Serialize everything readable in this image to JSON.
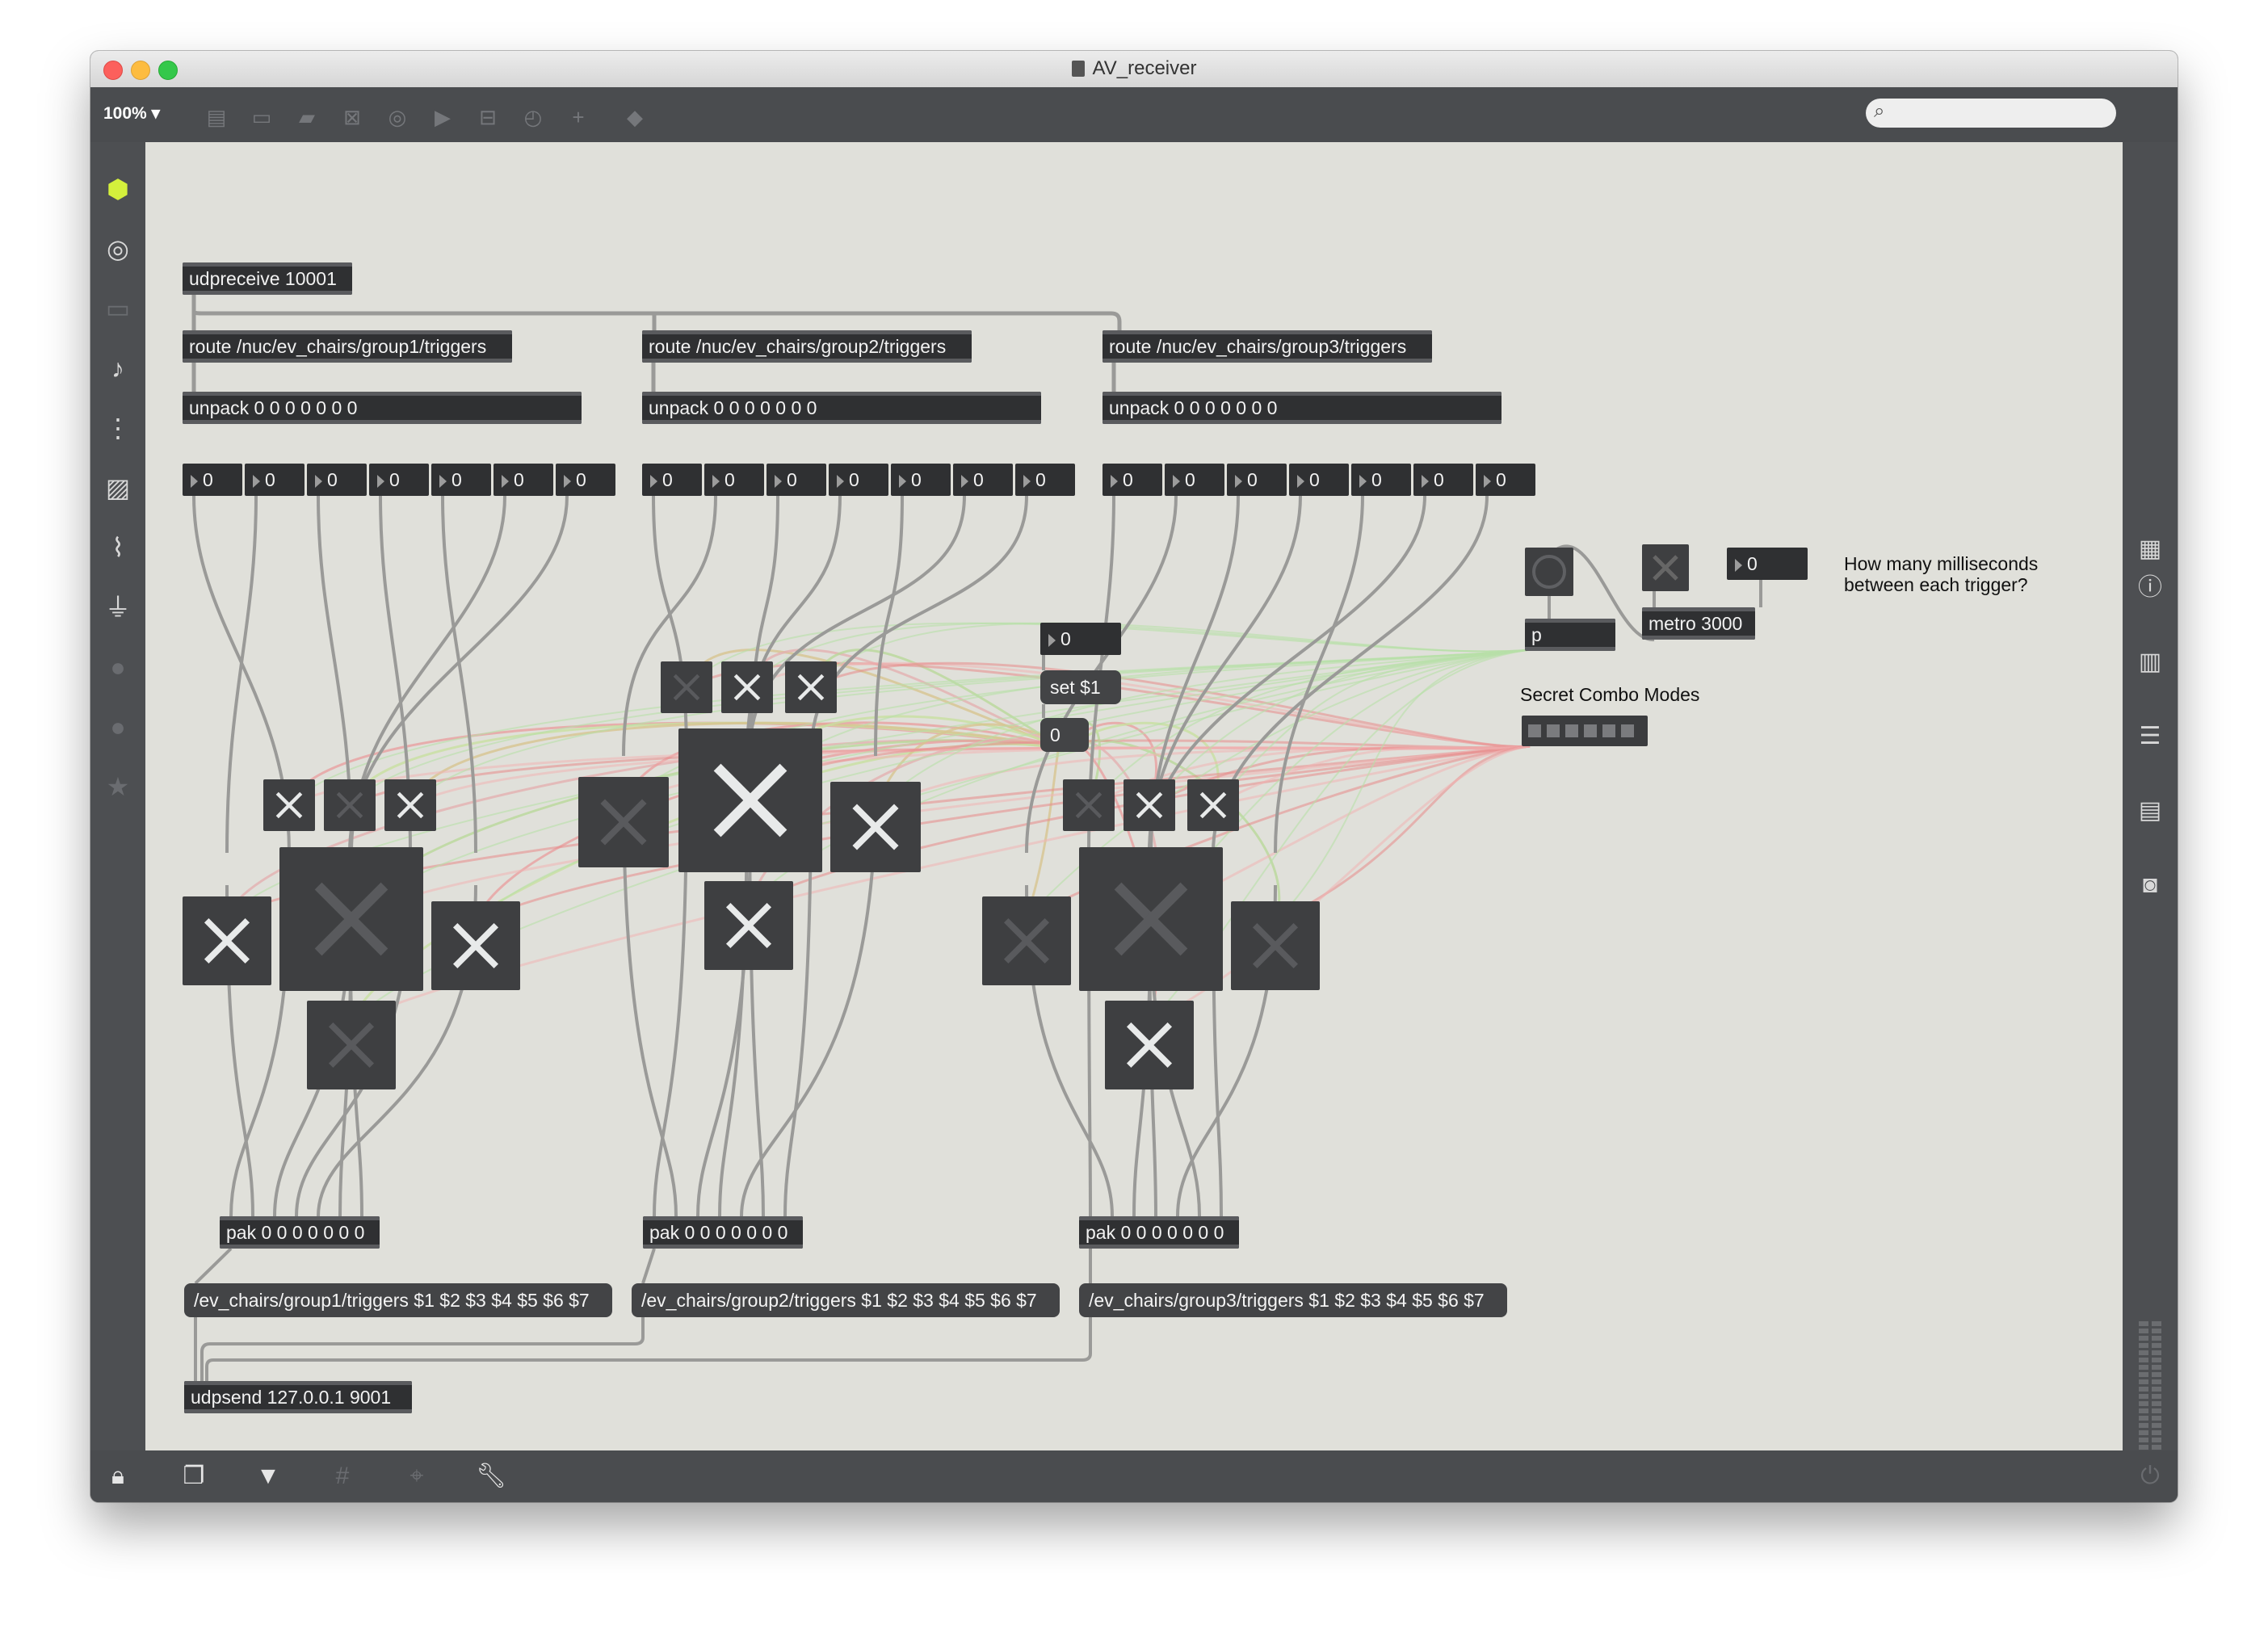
{
  "window": {
    "title": "AV_receiver"
  },
  "toolbar": {
    "zoom": "100% ▾"
  },
  "objects": {
    "udpreceive": "udpreceive 10001",
    "route1": "route /nuc/ev_chairs/group1/triggers",
    "route2": "route /nuc/ev_chairs/group2/triggers",
    "route3": "route /nuc/ev_chairs/group3/triggers",
    "unpack": "unpack 0 0 0 0 0 0 0",
    "pak": "pak 0 0 0 0 0 0 0",
    "metro": "metro 3000",
    "p": "p",
    "udpsend": "udpsend 127.0.0.1 9001"
  },
  "numbox": {
    "value": "0"
  },
  "messages": {
    "set": "set $1",
    "zero": "0",
    "osc1": "/ev_chairs/group1/triggers $1 $2 $3 $4 $5 $6 $7",
    "osc2": "/ev_chairs/group2/triggers $1 $2 $3 $4 $5 $6 $7",
    "osc3": "/ev_chairs/group3/triggers $1 $2 $3 $4 $5 $6 $7"
  },
  "comments": {
    "combo": "Secret Combo Modes",
    "ms_line1": "How many milliseconds",
    "ms_line2": "between each trigger?"
  },
  "icons": [
    "search-icon",
    "cube-icon",
    "target-icon",
    "music-note-icon",
    "image-icon",
    "paperclip-icon",
    "plug-icon",
    "star-icon",
    "info-icon",
    "list-icon",
    "camera-icon",
    "lock-icon",
    "wrench-icon",
    "power-icon"
  ]
}
